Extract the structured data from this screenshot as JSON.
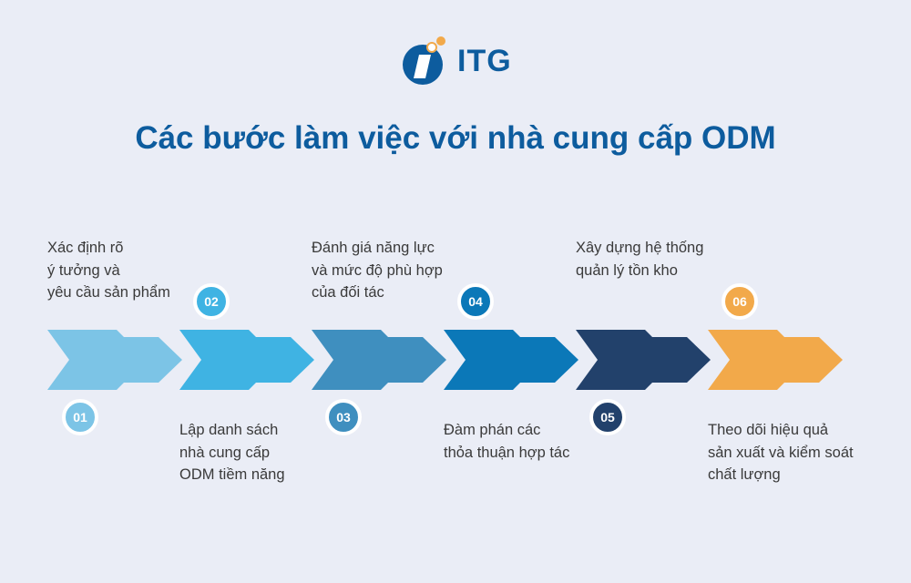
{
  "logo": {
    "text": "ITG",
    "colors": {
      "primary": "#0d5c9e",
      "accent": "#f2a94a"
    }
  },
  "title": "Các bước làm việc với nhà cung cấp ODM",
  "steps": [
    {
      "number": "01",
      "text": "Xác định rõ\ný tưởng và\nyêu cầu sản phẩm",
      "color": "#7cc4e6"
    },
    {
      "number": "02",
      "text": "Lập danh sách\nnhà cung cấp\nODM tiềm năng",
      "color": "#3fb3e3"
    },
    {
      "number": "03",
      "text": "Đánh giá năng lực\nvà mức độ phù hợp\ncủa đối tác",
      "color": "#3f8fbf"
    },
    {
      "number": "04",
      "text": "Đàm phán các\nthỏa thuận hợp tác",
      "color": "#0b78b8"
    },
    {
      "number": "05",
      "text": "Xây dựng hệ thống\nquản lý tồn kho",
      "color": "#22416b"
    },
    {
      "number": "06",
      "text": "Theo dõi hiệu quả\nsản xuất và kiểm soát\nchất lượng",
      "color": "#f2a94a"
    }
  ]
}
